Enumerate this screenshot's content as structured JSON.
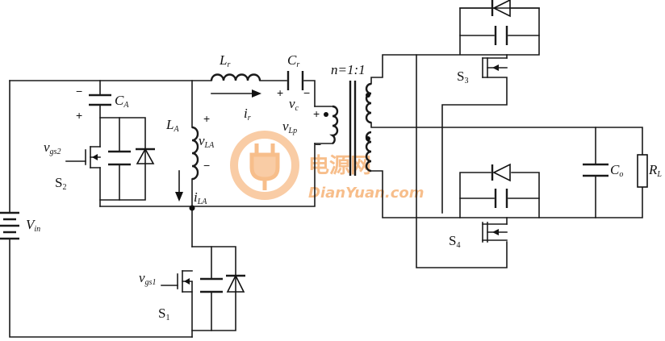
{
  "diagram": {
    "components": {
      "Lr": {
        "sym": "L",
        "sub": "r"
      },
      "Cr": {
        "sym": "C",
        "sub": "r"
      },
      "ir": {
        "sym": "i",
        "sub": "r"
      },
      "vc": {
        "sym": "v",
        "sub": "c"
      },
      "ratio": "n=1:1",
      "CA": {
        "sym": "C",
        "sub": "A"
      },
      "LA": {
        "sym": "L",
        "sub": "A"
      },
      "vLA": {
        "sym": "v",
        "sub": "LA"
      },
      "iLA": {
        "sym": "i",
        "sub": "LA"
      },
      "vLp": {
        "sym": "v",
        "sub": "Lp"
      },
      "vgs2": {
        "sym": "v",
        "sub": "gs2"
      },
      "S2": {
        "sym": "S",
        "sub": "2"
      },
      "Vin": {
        "sym": "V",
        "sub": "in"
      },
      "vgs1": {
        "sym": "v",
        "sub": "gs1"
      },
      "S1": {
        "sym": "S",
        "sub": "1"
      },
      "S3": {
        "sym": "S",
        "sub": "3"
      },
      "S4": {
        "sym": "S",
        "sub": "4"
      },
      "Co": {
        "sym": "C",
        "sub": "o"
      },
      "RL": {
        "sym": "R",
        "sub": "L"
      }
    },
    "watermark": {
      "cn": "电源网",
      "en": "DianYuan.com",
      "color": "#f28a2e"
    }
  }
}
